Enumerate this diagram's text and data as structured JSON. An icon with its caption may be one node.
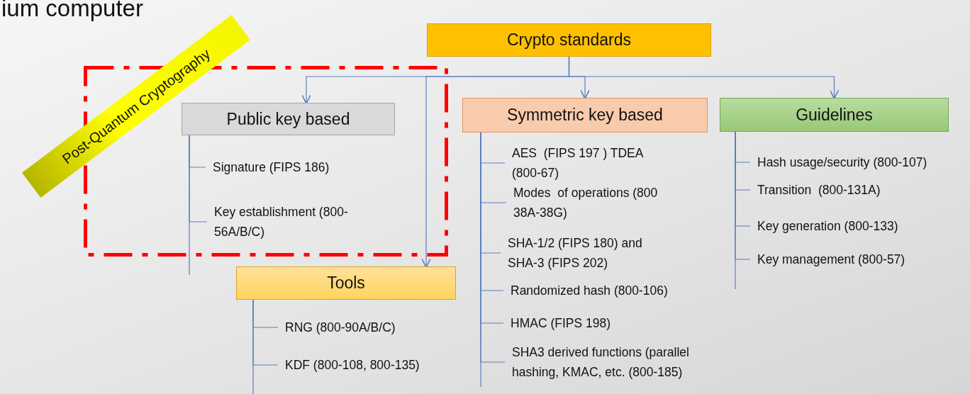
{
  "diagram": {
    "title": "ium computer",
    "nodes": [
      {
        "text": [
          "Crypto standards"
        ]
      },
      {
        "text": [
          "Post-Quantum Cryptography"
        ]
      },
      {
        "text": [
          "Public key based"
        ],
        "in": 1
      },
      {
        "text": [
          "Symmetric key based"
        ]
      },
      {
        "text": [
          "Guidelines"
        ]
      },
      {
        "text": [
          "Tools"
        ]
      },
      {
        "text": [
          "Signature (FIPS 186)"
        ],
        "in": 1
      },
      {
        "text": [
          "Key establishment (800-56A/B/C)"
        ],
        "in": 1
      },
      {
        "text": [
          "AES  (FIPS 197 ) TDEA (800-67)"
        ]
      },
      {
        "text": [
          "Modes  of operations (800 38A-38G)"
        ]
      },
      {
        "text": [
          "SHA-1/2 (FIPS 180) and SHA-3 (FIPS 202)"
        ]
      },
      {
        "text": [
          "Randomized hash (800-106)"
        ]
      },
      {
        "text": [
          "HMAC (FIPS 198)"
        ]
      },
      {
        "text": [
          "SHA3 derived functions (parallel hashing, KMAC, etc. (800-185)"
        ]
      },
      {
        "text": [
          "Hash usage/security (800-107)"
        ]
      },
      {
        "text": [
          "Transition  (800-131A)"
        ]
      },
      {
        "text": [
          "Key generation (800-133)"
        ]
      },
      {
        "text": [
          "Key management (800-57)"
        ]
      },
      {
        "text": [
          "RNG (800-90A/B/C)"
        ]
      },
      {
        "text": [
          "KDF (800-108, 800-135)"
        ]
      }
    ],
    "edges": [
      {
        "from": 0,
        "to": 2,
        "arrow": "to"
      },
      {
        "from": 0,
        "to": 3,
        "arrow": "to"
      },
      {
        "from": 0,
        "to": 4,
        "arrow": "to"
      },
      {
        "from": 0,
        "to": 5,
        "arrow": "to"
      },
      {
        "from": 2,
        "to": 6,
        "arrow": "none"
      },
      {
        "from": 2,
        "to": 7,
        "arrow": "none"
      },
      {
        "from": 3,
        "to": 8,
        "arrow": "none"
      },
      {
        "from": 3,
        "to": 9,
        "arrow": "none"
      },
      {
        "from": 3,
        "to": 10,
        "arrow": "none"
      },
      {
        "from": 3,
        "to": 11,
        "arrow": "none"
      },
      {
        "from": 3,
        "to": 12,
        "arrow": "none"
      },
      {
        "from": 3,
        "to": 13,
        "arrow": "none"
      },
      {
        "from": 4,
        "to": 14,
        "arrow": "none"
      },
      {
        "from": 4,
        "to": 15,
        "arrow": "none"
      },
      {
        "from": 4,
        "to": 16,
        "arrow": "none"
      },
      {
        "from": 4,
        "to": 17,
        "arrow": "none"
      },
      {
        "from": 5,
        "to": 18,
        "arrow": "none"
      },
      {
        "from": 5,
        "to": 19,
        "arrow": "none"
      }
    ]
  }
}
